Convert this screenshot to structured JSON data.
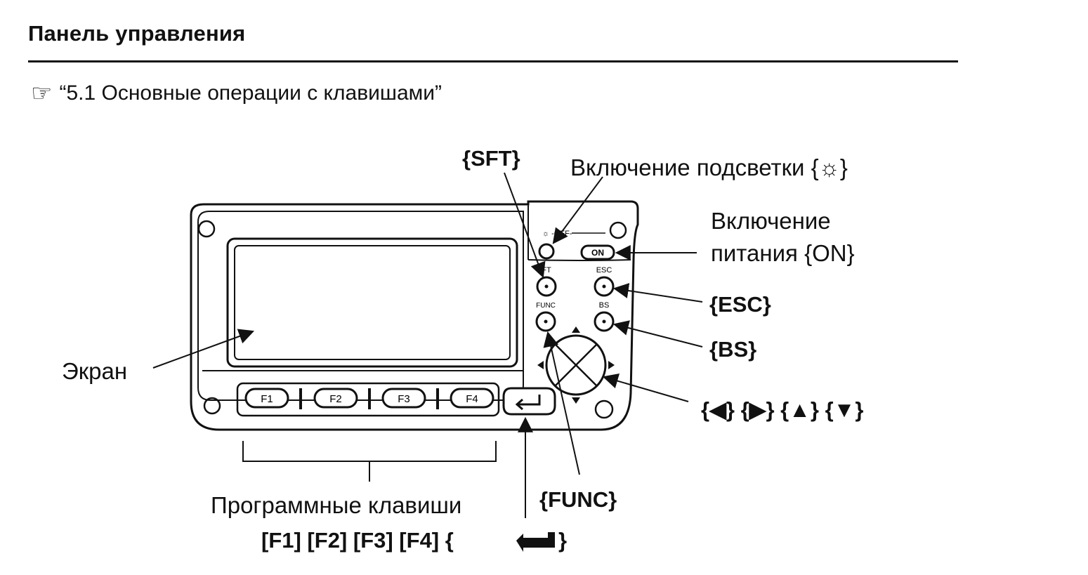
{
  "heading": "Панель управления",
  "reference": {
    "icon": "pointing-hand-icon",
    "text": "“5.1 Основные операции с клавишами”"
  },
  "panel": {
    "backlight_switch_label": "☼ -OFF-",
    "keys": {
      "on": "ON",
      "sft": "FT",
      "esc": "ESC",
      "func": "FUNC",
      "bs": "BS",
      "f1": "F1",
      "f2": "F2",
      "f3": "F3",
      "f4": "F4"
    }
  },
  "callouts": {
    "sft": "{SFT}",
    "backlight": "Включение подсветки {☼}",
    "power_line1": "Включение",
    "power_line2": "питания {ON}",
    "esc": "{ESC}",
    "bs": "{BS}",
    "arrows": "{◀} {▶} {▲} {▼}",
    "screen": "Экран",
    "softkeys": "Программные клавиши",
    "softkeys_list": "[F1] [F2] [F3] [F4] {",
    "enter_close": "}",
    "func": "{FUNC}"
  }
}
